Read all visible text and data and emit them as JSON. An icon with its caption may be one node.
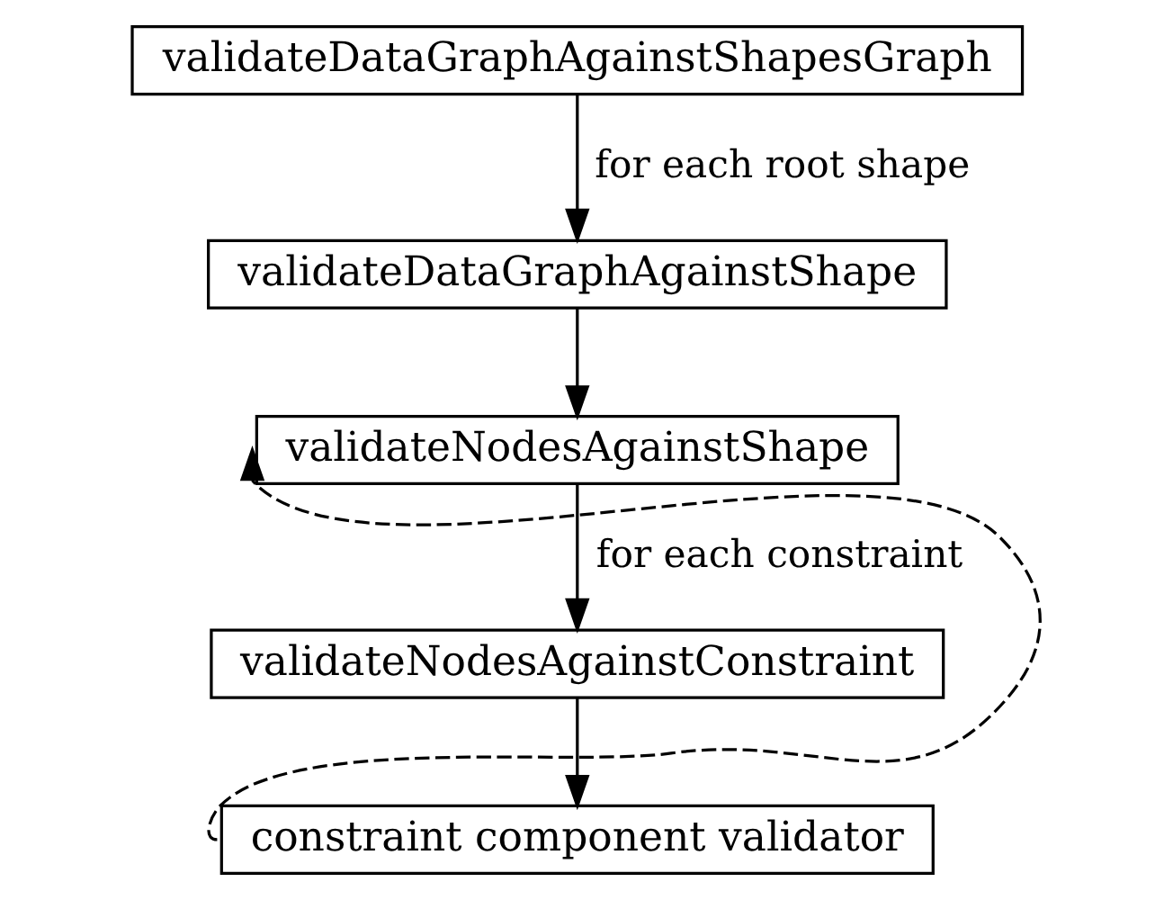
{
  "diagram": {
    "nodes": [
      {
        "text": [
          "validateDataGraphAgainstShapesGraph"
        ]
      },
      {
        "text": [
          "validateDataGraphAgainstShape"
        ]
      },
      {
        "text": [
          "validateNodesAgainstShape"
        ]
      },
      {
        "text": [
          "validateNodesAgainstConstraint"
        ]
      },
      {
        "text": [
          "constraint component validator"
        ]
      }
    ],
    "edges": [
      {
        "from": 0,
        "to": 1,
        "arrow": "to",
        "label": "for each root shape"
      },
      {
        "from": 1,
        "to": 2,
        "arrow": "to"
      },
      {
        "from": 2,
        "to": 3,
        "arrow": "to",
        "label": "for each constraint"
      },
      {
        "from": 3,
        "to": 4,
        "arrow": "to"
      },
      {
        "from": 4,
        "to": 2,
        "arrow": "to",
        "style": "dashed"
      }
    ]
  }
}
